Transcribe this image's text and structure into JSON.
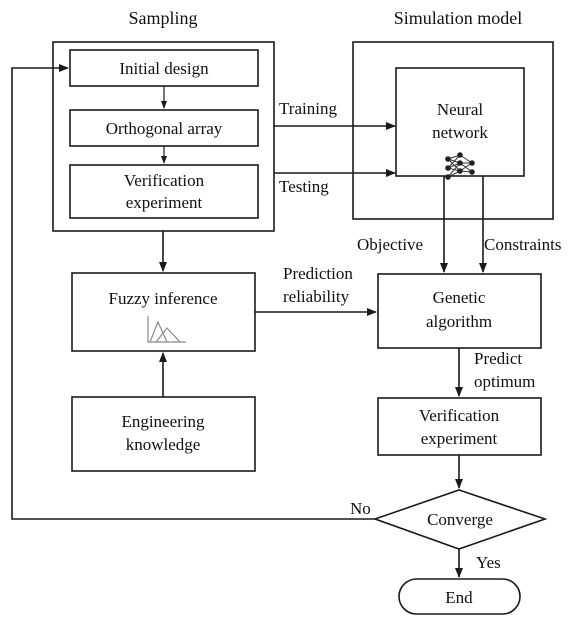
{
  "headers": {
    "sampling": "Sampling",
    "simulation_model": "Simulation model"
  },
  "nodes": {
    "initial_design": "Initial design",
    "orthogonal_array": "Orthogonal array",
    "verification_experiment_top": [
      "Verification",
      "experiment"
    ],
    "neural_network": [
      "Neural",
      "network"
    ],
    "fuzzy_inference": "Fuzzy inference",
    "engineering_knowledge": [
      "Engineering",
      "knowledge"
    ],
    "genetic_algorithm": [
      "Genetic",
      "algorithm"
    ],
    "verification_experiment_bottom": [
      "Verification",
      "experiment"
    ],
    "converge": "Converge",
    "end": "End"
  },
  "edge_labels": {
    "training": "Training",
    "testing": "Testing",
    "objective": "Objective",
    "constraints": "Constraints",
    "prediction_reliability": [
      "Prediction",
      "reliability"
    ],
    "predict_optimum": [
      "Predict",
      "optimum"
    ],
    "no": "No",
    "yes": "Yes"
  },
  "icons": {
    "neural_network": "neural-network-icon",
    "fuzzy_inference": "fuzzy-membership-icon"
  }
}
